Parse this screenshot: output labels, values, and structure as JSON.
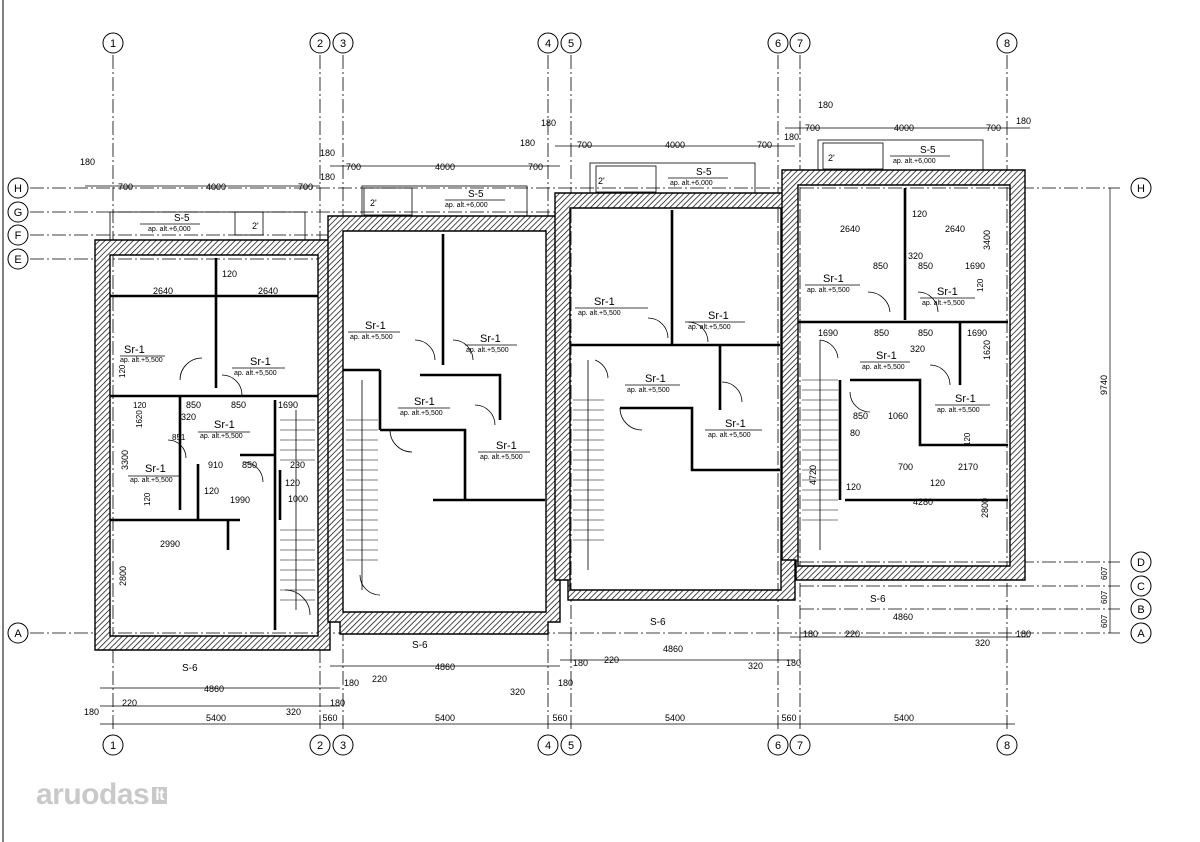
{
  "axes_top": [
    {
      "id": "1"
    },
    {
      "id": "2"
    },
    {
      "id": "3"
    },
    {
      "id": "4"
    },
    {
      "id": "5"
    },
    {
      "id": "6"
    },
    {
      "id": "7"
    },
    {
      "id": "8"
    }
  ],
  "axes_bottom": [
    {
      "id": "1"
    },
    {
      "id": "2"
    },
    {
      "id": "3"
    },
    {
      "id": "4"
    },
    {
      "id": "5"
    },
    {
      "id": "6"
    },
    {
      "id": "7"
    },
    {
      "id": "8"
    }
  ],
  "axes_left": [
    {
      "id": "H"
    },
    {
      "id": "G"
    },
    {
      "id": "F"
    },
    {
      "id": "E"
    },
    {
      "id": "A"
    }
  ],
  "axes_right": [
    {
      "id": "H"
    },
    {
      "id": "D"
    },
    {
      "id": "C"
    },
    {
      "id": "B"
    },
    {
      "id": "A"
    }
  ],
  "room_labels": [
    {
      "text": "Sr-1"
    },
    {
      "text": "ap. alt.+5,500"
    },
    {
      "text": "Sr-1"
    },
    {
      "text": "ap. alt.+5,500"
    },
    {
      "text": "Sr-1"
    },
    {
      "text": "ap. alt.+5,500"
    },
    {
      "text": "Sr-1"
    },
    {
      "text": "ap. alt.+5,500"
    },
    {
      "text": "Sr-1"
    },
    {
      "text": "ap. alt.+5,500"
    },
    {
      "text": "Sr-1"
    },
    {
      "text": "ap. alt.+5,500"
    },
    {
      "text": "Sr-1"
    },
    {
      "text": "ap. alt.+5,500"
    },
    {
      "text": "Sr-1"
    },
    {
      "text": "ap. alt.+5,500"
    },
    {
      "text": "Sr-1"
    },
    {
      "text": "ap. alt.+5,500"
    },
    {
      "text": "Sr-1"
    },
    {
      "text": "ap. alt.+5,500"
    },
    {
      "text": "Sr-1"
    },
    {
      "text": "ap. alt.+5,500"
    },
    {
      "text": "Sr-1"
    },
    {
      "text": "ap. alt.+5,500"
    },
    {
      "text": "Sr-1"
    },
    {
      "text": "ap. alt.+5,500"
    },
    {
      "text": "Sr-1"
    },
    {
      "text": "ap. alt.+5,500"
    },
    {
      "text": "Sr-1"
    },
    {
      "text": "ap. alt.+5,500"
    },
    {
      "text": "Sr-1"
    },
    {
      "text": "ap. alt.+5,500"
    },
    {
      "text": "S-5"
    },
    {
      "text": "ap. alt.+6,000"
    },
    {
      "text": "S-5"
    },
    {
      "text": "ap. alt.+6,000"
    },
    {
      "text": "S-5"
    },
    {
      "text": "ap. alt.+6,000"
    },
    {
      "text": "S-5"
    },
    {
      "text": "ap. alt.+6,000"
    },
    {
      "text": "S-6"
    },
    {
      "text": "S-6"
    },
    {
      "text": "S-6"
    },
    {
      "text": "S-6"
    },
    {
      "text": "2'"
    },
    {
      "text": "2'"
    },
    {
      "text": "2'"
    },
    {
      "text": "2'"
    }
  ],
  "dimensions": [
    {
      "text": "5400"
    },
    {
      "text": "560"
    },
    {
      "text": "5400"
    },
    {
      "text": "560"
    },
    {
      "text": "5400"
    },
    {
      "text": "560"
    },
    {
      "text": "5400"
    },
    {
      "text": "180"
    },
    {
      "text": "220"
    },
    {
      "text": "4860"
    },
    {
      "text": "320"
    },
    {
      "text": "180"
    },
    {
      "text": "180"
    },
    {
      "text": "220"
    },
    {
      "text": "4860"
    },
    {
      "text": "320"
    },
    {
      "text": "180"
    },
    {
      "text": "180"
    },
    {
      "text": "220"
    },
    {
      "text": "4860"
    },
    {
      "text": "320"
    },
    {
      "text": "180"
    },
    {
      "text": "180"
    },
    {
      "text": "220"
    },
    {
      "text": "4860"
    },
    {
      "text": "320"
    },
    {
      "text": "180"
    },
    {
      "text": "180"
    },
    {
      "text": "700"
    },
    {
      "text": "4000"
    },
    {
      "text": "700"
    },
    {
      "text": "180"
    },
    {
      "text": "180"
    },
    {
      "text": "700"
    },
    {
      "text": "4000"
    },
    {
      "text": "700"
    },
    {
      "text": "180"
    },
    {
      "text": "180"
    },
    {
      "text": "700"
    },
    {
      "text": "4000"
    },
    {
      "text": "700"
    },
    {
      "text": "180"
    },
    {
      "text": "180"
    },
    {
      "text": "700"
    },
    {
      "text": "4000"
    },
    {
      "text": "700"
    },
    {
      "text": "180"
    },
    {
      "text": "9740"
    },
    {
      "text": "607"
    },
    {
      "text": "607"
    },
    {
      "text": "607"
    },
    {
      "text": "2640"
    },
    {
      "text": "2640"
    },
    {
      "text": "120"
    },
    {
      "text": "850"
    },
    {
      "text": "850"
    },
    {
      "text": "1690"
    },
    {
      "text": "320"
    },
    {
      "text": "1620"
    },
    {
      "text": "120"
    },
    {
      "text": "851"
    },
    {
      "text": "3300"
    },
    {
      "text": "910"
    },
    {
      "text": "850"
    },
    {
      "text": "230"
    },
    {
      "text": "120"
    },
    {
      "text": "1000"
    },
    {
      "text": "120"
    },
    {
      "text": "1990"
    },
    {
      "text": "120"
    },
    {
      "text": "120"
    },
    {
      "text": "2990"
    },
    {
      "text": "2800"
    },
    {
      "text": "2640"
    },
    {
      "text": "2640"
    },
    {
      "text": "120"
    },
    {
      "text": "3400"
    },
    {
      "text": "850"
    },
    {
      "text": "320"
    },
    {
      "text": "850"
    },
    {
      "text": "1690"
    },
    {
      "text": "120"
    },
    {
      "text": "1690"
    },
    {
      "text": "850"
    },
    {
      "text": "320"
    },
    {
      "text": "850"
    },
    {
      "text": "1690"
    },
    {
      "text": "1620"
    },
    {
      "text": "850"
    },
    {
      "text": "1060"
    },
    {
      "text": "120"
    },
    {
      "text": "80"
    },
    {
      "text": "4720"
    },
    {
      "text": "700"
    },
    {
      "text": "2170"
    },
    {
      "text": "120"
    },
    {
      "text": "120"
    },
    {
      "text": "4280"
    },
    {
      "text": "2800"
    }
  ],
  "watermark": {
    "main": "aruodas",
    "suffix": "lt"
  }
}
